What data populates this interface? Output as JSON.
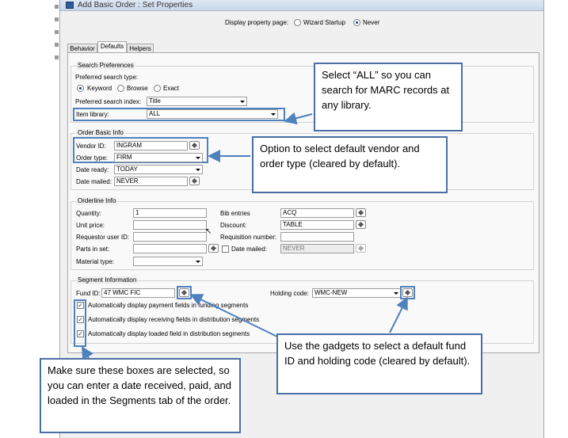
{
  "window": {
    "title": "Add Basic Order : Set Properties",
    "display_property_label": "Display property page:",
    "display_options": [
      "Wizard Startup",
      "Never"
    ],
    "display_selected": "Never"
  },
  "tabs": [
    "Behavior",
    "Defaults",
    "Helpers"
  ],
  "active_tab": "Defaults",
  "search_prefs": {
    "title": "Search Preferences",
    "type_label": "Preferred search type:",
    "type_options": [
      "Keyword",
      "Browse",
      "Exact"
    ],
    "type_selected": "Keyword",
    "index_label": "Preferred search index:",
    "index_value": "Title",
    "library_label": "Item library:",
    "library_value": "ALL"
  },
  "order_basic": {
    "title": "Order Basic Info",
    "vendor_label": "Vendor ID:",
    "vendor_value": "INGRAM",
    "type_label": "Order type:",
    "type_value": "FIRM",
    "date_ready_label": "Date ready:",
    "date_ready_value": "TODAY",
    "date_mailed_label": "Date mailed:",
    "date_mailed_value": "NEVER"
  },
  "orderline": {
    "title": "Orderline Info",
    "quantity_label": "Quantity:",
    "quantity_value": "1",
    "unit_price_label": "Unit price:",
    "unit_price_value": "",
    "requestor_label": "Requestor user ID:",
    "requestor_value": "",
    "parts_label": "Parts in set:",
    "parts_value": "",
    "material_label": "Material type:",
    "material_value": "",
    "bib_label": "Bib entries",
    "bib_value": "ACQ",
    "discount_label": "Discount:",
    "discount_value": "TABLE",
    "requisition_label": "Requisition number:",
    "requisition_value": "",
    "date_mailed_label": "Date mailed:",
    "date_mailed_value": "NEVER"
  },
  "segment": {
    "title": "Segment Information",
    "fund_label": "Fund ID:",
    "fund_value": "47 WMC FIC",
    "holding_label": "Holding code:",
    "holding_value": "WMC-NEW",
    "checkboxes": [
      "Automatically display payment fields in funding segments",
      "Automatically display receiving fields in distribution segments",
      "Automatically display loaded field in distribution segments"
    ]
  },
  "callouts": {
    "all": "Select “ALL” so you can search for MARC records at any library.",
    "vendor": "Option to select default vendor and order type (cleared by default).",
    "gadgets": "Use the gadgets to select a default fund ID and holding code (cleared by default).",
    "boxes": "Make sure these boxes are selected, so you can enter a date received, paid, and loaded in the Segments tab of the order."
  },
  "colors": {
    "callout_border": "#4a6fa5",
    "arrow": "#4f81bd",
    "window_bg": "#f0f0f0"
  }
}
